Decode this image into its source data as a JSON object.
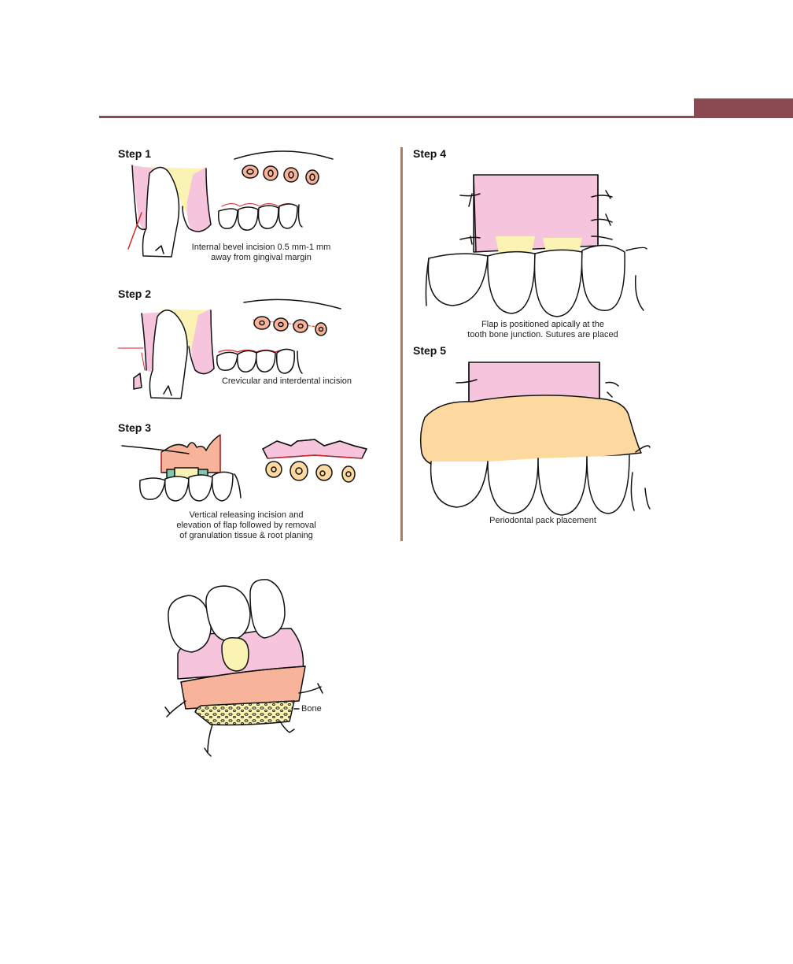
{
  "colors": {
    "accent": "#8b4a52",
    "divider": "#b07a5e",
    "gingiva": "#f6c4dc",
    "bone_yellow": "#fbf3b4",
    "flap_peach": "#f7b49a",
    "pack_orange": "#fdd9a0",
    "teal": "#7fc8b0",
    "incision_red": "#d8262b"
  },
  "steps": [
    {
      "title": "Step 1",
      "caption": [
        "Internal bevel incision 0.5 mm-1 mm",
        "away from gingival margin"
      ]
    },
    {
      "title": "Step 2",
      "caption": [
        "Crevicular and interdental incision"
      ]
    },
    {
      "title": "Step 3",
      "caption": [
        "Vertical releasing incision and",
        "elevation of flap followed by removal",
        "of granulation tissue & root planing"
      ]
    },
    {
      "title": "Step 4",
      "caption": [
        "Flap is positioned apically at the",
        "tooth bone junction. Sutures are placed"
      ]
    },
    {
      "title": "Step 5",
      "caption": [
        "Periodontal pack placement"
      ]
    }
  ],
  "bottom_figure": {
    "label": "Bone"
  }
}
